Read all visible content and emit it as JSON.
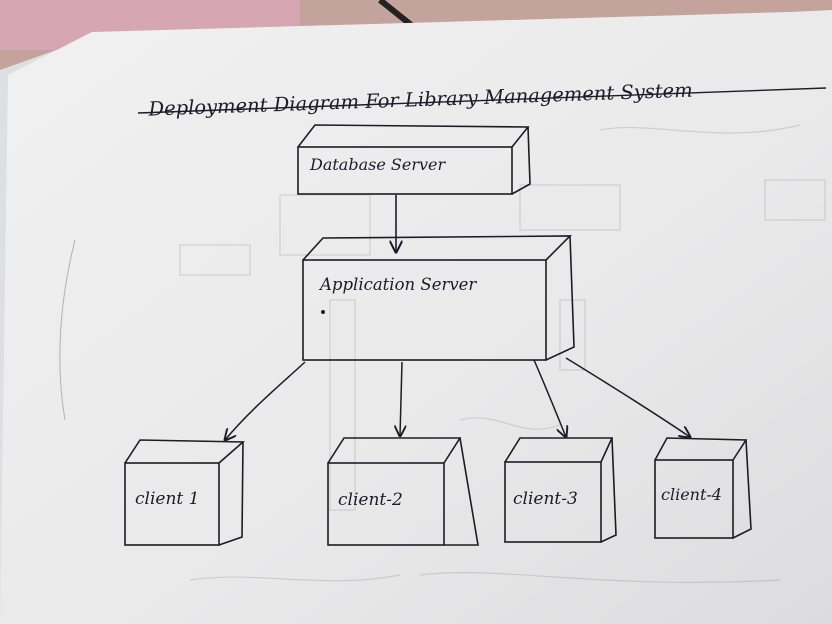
{
  "title": "Deployment Diagram For Library Management System",
  "nodes": {
    "database": {
      "label": "Database Server"
    },
    "application": {
      "label": "Application Server"
    },
    "client1": {
      "label": "client 1"
    },
    "client2": {
      "label": "client-2"
    },
    "client3": {
      "label": "client-3"
    },
    "client4": {
      "label": "client-4"
    }
  },
  "colors": {
    "ink": "#1d1b2a",
    "paper": "#eeeeee",
    "fabric": "#c9a7a0"
  }
}
